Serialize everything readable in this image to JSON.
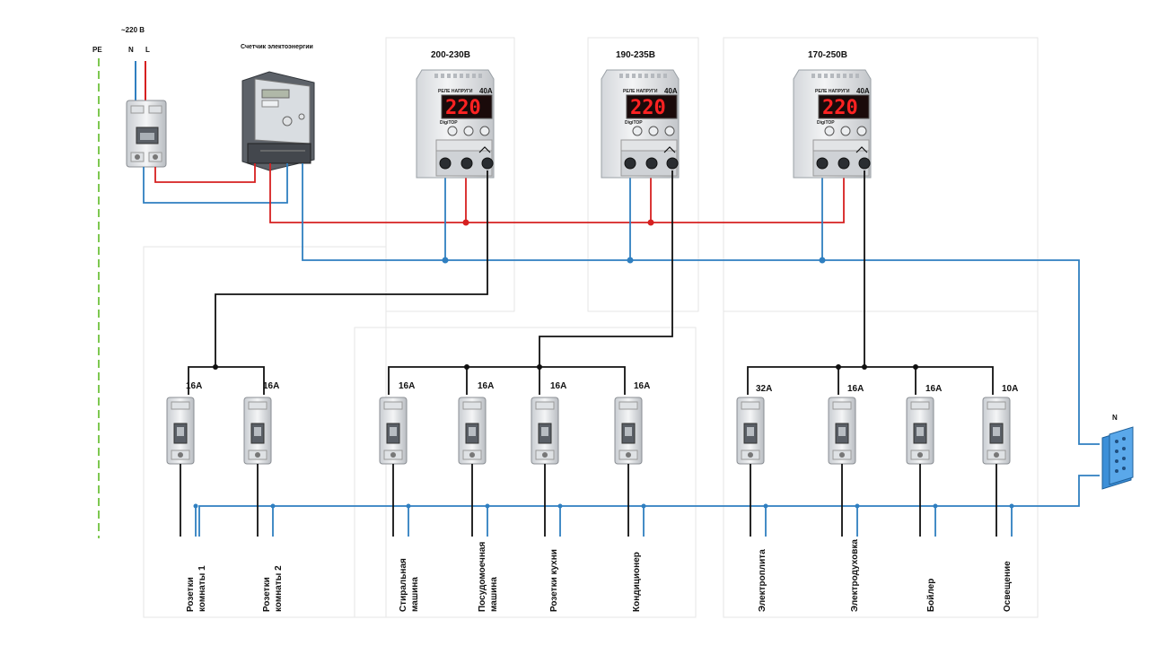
{
  "supply": {
    "voltage": "~220 В",
    "pe": "PE",
    "n": "N",
    "l": "L"
  },
  "meter_label": "Счетчик электоэнергии",
  "relays": [
    {
      "range": "200-230В",
      "title": "РЕЛЕ НАПРУГИ",
      "current": "40А",
      "display": "220",
      "brand": "DigiTOP"
    },
    {
      "range": "190-235В",
      "title": "РЕЛЕ НАПРУГИ",
      "current": "40А",
      "display": "220",
      "brand": "DigiTOP"
    },
    {
      "range": "170-250В",
      "title": "РЕЛЕ НАПРУГИ",
      "current": "40А",
      "display": "220",
      "brand": "DigiTOP"
    }
  ],
  "breakers": [
    {
      "rating": "16А",
      "circuit": [
        "Розетки",
        "комнаты  1"
      ]
    },
    {
      "rating": "16А",
      "circuit": [
        "Розетки",
        "комнаты  2"
      ]
    },
    {
      "rating": "16А",
      "circuit": [
        "Стиральная",
        "машина"
      ]
    },
    {
      "rating": "16А",
      "circuit": [
        "Посудомоечная",
        "машина"
      ]
    },
    {
      "rating": "16А",
      "circuit": [
        "Розетки кухни"
      ]
    },
    {
      "rating": "16А",
      "circuit": [
        "Кондиционер"
      ]
    },
    {
      "rating": "32А",
      "circuit": [
        "Электроплита"
      ]
    },
    {
      "rating": "16А",
      "circuit": [
        "Электродуховка"
      ]
    },
    {
      "rating": "16А",
      "circuit": [
        "Бойлер"
      ]
    },
    {
      "rating": "10А",
      "circuit": [
        "Освещение"
      ]
    }
  ],
  "neutral_bus_label": "N",
  "colors": {
    "phase": "#d62020",
    "neutral": "#2f7fc0",
    "load": "#111111",
    "earth": "#7ec850"
  }
}
